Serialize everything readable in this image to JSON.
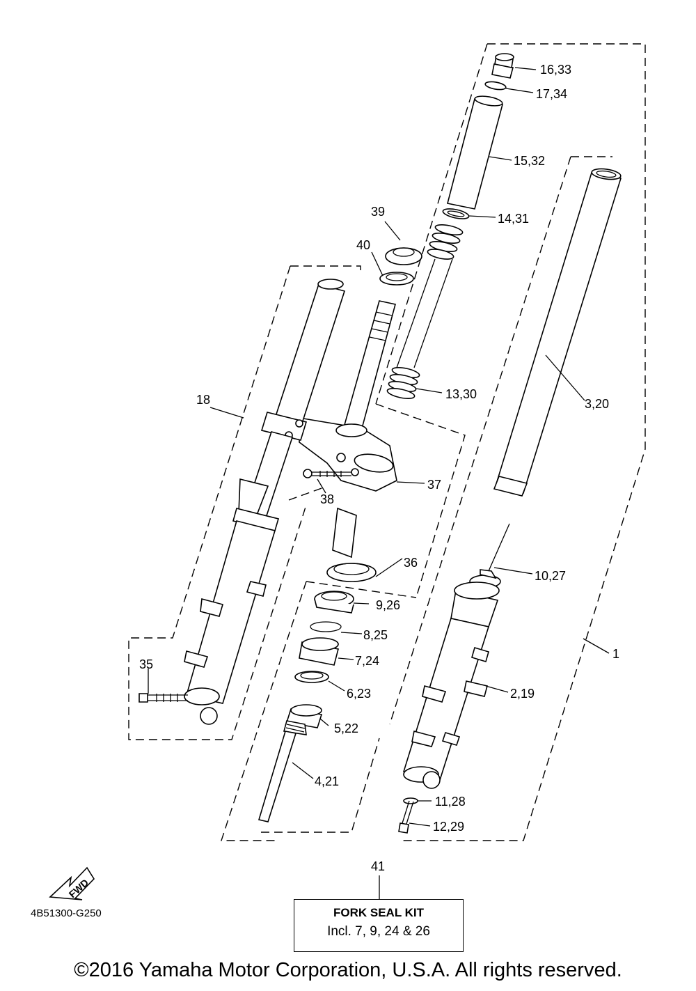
{
  "labels": {
    "p16_33": "16,33",
    "p17_34": "17,34",
    "p15_32": "15,32",
    "p39": "39",
    "p40": "40",
    "p14_31": "14,31",
    "p13_30": "13,30",
    "p3_20": "3,20",
    "p18": "18",
    "p37": "37",
    "p38": "38",
    "p36": "36",
    "p10_27": "10,27",
    "p9_26": "9,26",
    "p8_25": "8,25",
    "p7_24": "7,24",
    "p1": "1",
    "p35": "35",
    "p6_23": "6,23",
    "p2_19": "2,19",
    "p5_22": "5,22",
    "p4_21": "4,21",
    "p11_28": "11,28",
    "p12_29": "12,29",
    "p41": "41"
  },
  "fwd_label": "FWD",
  "kit": {
    "title": "FORK SEAL KIT",
    "body": "Incl. 7, 9, 24 & 26"
  },
  "diagram_code": "4B51300-G250",
  "copyright": "©2016 Yamaha Motor Corporation, U.S.A. All rights reserved."
}
